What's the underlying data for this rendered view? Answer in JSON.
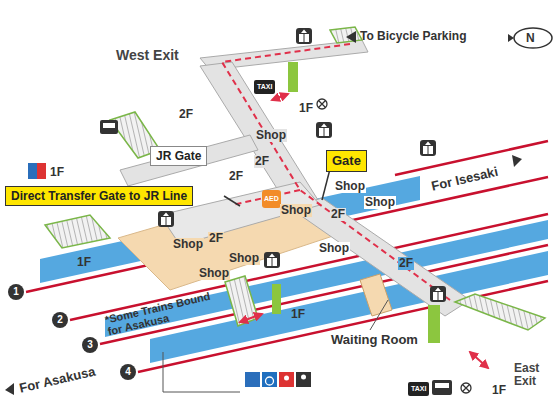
{
  "diagram": {
    "nodes": [
      {
        "text": [
          "JR Gate"
        ]
      },
      {
        "text": [
          "Gate"
        ]
      },
      {
        "text": [
          "Direct Transfer Gate to JR Line"
        ]
      }
    ],
    "labels": [
      "N",
      "West Exit",
      "To Bicycle Parking",
      "TAXI",
      "2F",
      "1F",
      "Shop",
      "2F",
      "2F",
      "AED",
      "For Isesaki",
      "Shop",
      "Shop",
      "2F",
      "Shop",
      "Shop",
      "2F",
      "Shop",
      "Shop",
      "Shop",
      "2F",
      "1F",
      "1",
      "2",
      "*Some Trains Bound for Asakusa",
      "3",
      "1F",
      "1F",
      "Waiting Room",
      "For Asakusa",
      "4",
      "East Exit",
      "1F",
      "TAXI"
    ]
  }
}
